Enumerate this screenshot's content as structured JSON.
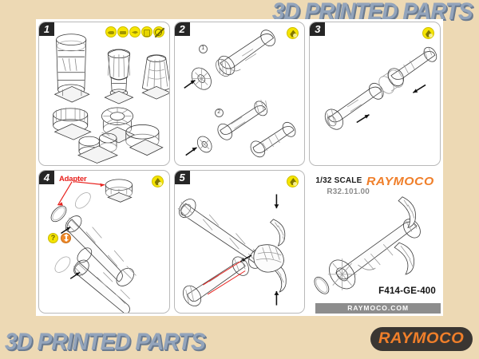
{
  "header": {
    "title_top": "3D PRINTED PARTS",
    "title_bottom": "3D PRINTED PARTS",
    "title_color": "#93a4bb"
  },
  "brand": {
    "logo_text": "RAYMOCO",
    "logo_bg": "#3a3632",
    "logo_color": "#f07f2a"
  },
  "panels": [
    {
      "number": "1",
      "icons": [
        "sanding-tool-icon",
        "file-tool-icon",
        "knife-tool-icon",
        "sandpaper-tool-icon",
        "no-glue-icon"
      ],
      "caption": ""
    },
    {
      "number": "2",
      "icons": [
        "glue-icon"
      ],
      "substeps": [
        "1",
        "2"
      ],
      "caption": ""
    },
    {
      "number": "3",
      "icons": [
        "glue-icon"
      ],
      "caption": ""
    },
    {
      "number": "4",
      "icons": [
        "glue-icon",
        "question-icon",
        "adjust-updown-icon"
      ],
      "label": "Adapter",
      "label_color": "#e8201c"
    },
    {
      "number": "5",
      "icons": [
        "glue-icon"
      ],
      "caption": ""
    }
  ],
  "info": {
    "scale": "1/32 SCALE",
    "code": "R32.101.00",
    "brand": "RAYMOCO",
    "part_number": "F414-GE-400",
    "url": "RAYMOCO.COM",
    "code_color": "#8d8d8d",
    "brand_color": "#f07f2a"
  },
  "colors": {
    "page_bg": "#edd9b4",
    "sheet_bg": "#ffffff",
    "panel_border": "#b9b9b9",
    "badge_bg": "#262626",
    "icon_yellow": "#f5e400",
    "accent_orange": "#f08a2a",
    "accent_red": "#e8201c"
  }
}
